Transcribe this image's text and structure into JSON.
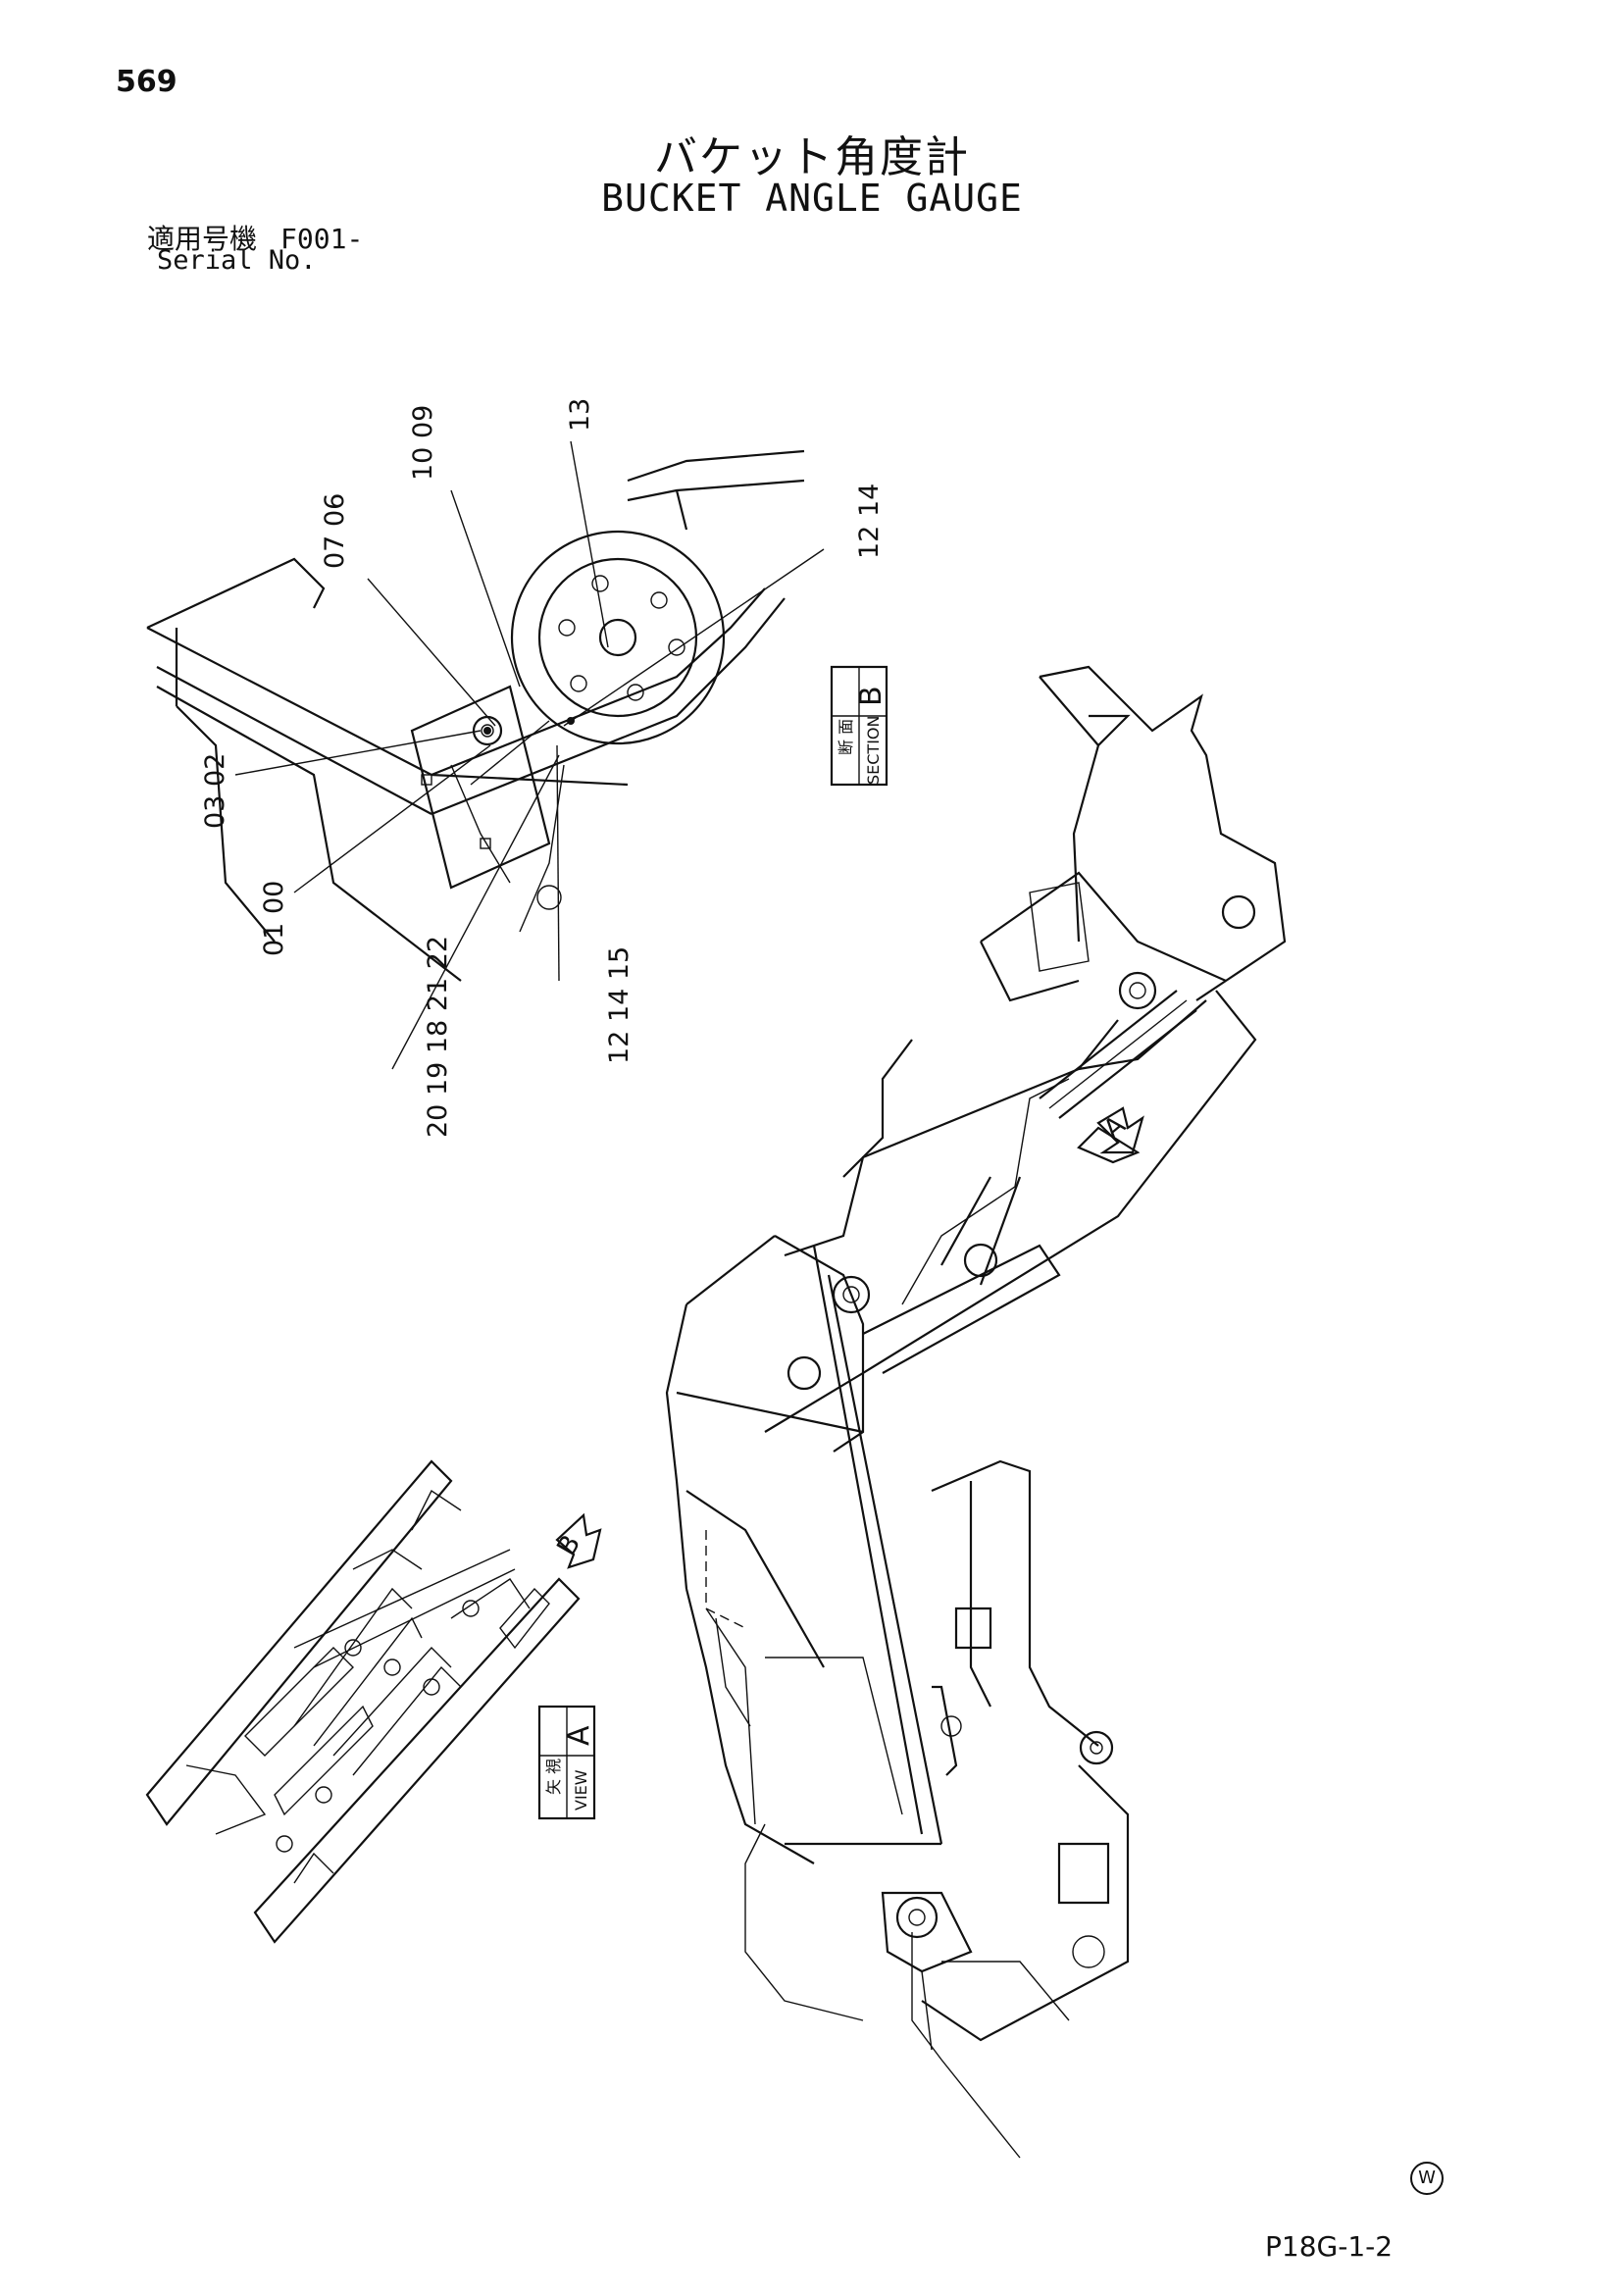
{
  "page_number": "569",
  "title_jp": "バケット角度計",
  "title_en": "BUCKET ANGLE GAUGE",
  "serial": {
    "label_jp": "適用号機",
    "label_en": "Serial No.",
    "value": "F001-"
  },
  "section_b": {
    "jp": "断 面",
    "en": "SECTION",
    "letter": "B"
  },
  "view_a": {
    "jp": "矢 視",
    "en": "VIEW",
    "letter": "A"
  },
  "arrow_a": "A",
  "arrow_b": "B",
  "callouts": {
    "c13": "13",
    "c10_09": "10 09",
    "c07_06": "07 06",
    "c12_14_top": "12 14",
    "c03_02": "03 02",
    "c01_00": "01 00",
    "c12_14_15": "12 14 15",
    "c20_22": "20 19 18 21 22"
  },
  "watermark": "W",
  "drawing_ref": "P18G-1-2"
}
